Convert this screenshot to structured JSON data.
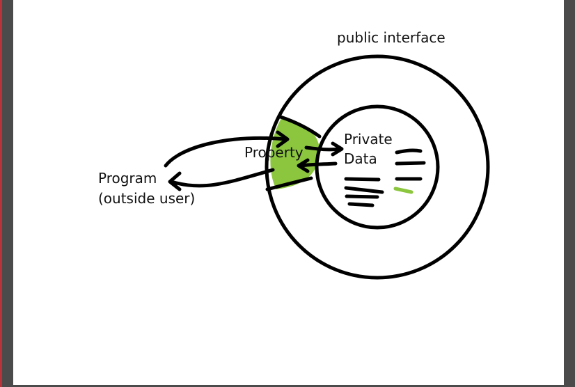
{
  "diagram": {
    "public_label": "public interface",
    "property_label": "Property",
    "private_label_line1": "Private",
    "private_label_line2": "Data",
    "program_label_line1": "Program",
    "program_label_line2": "(outside user)",
    "accent_color": "#8cc63f"
  }
}
